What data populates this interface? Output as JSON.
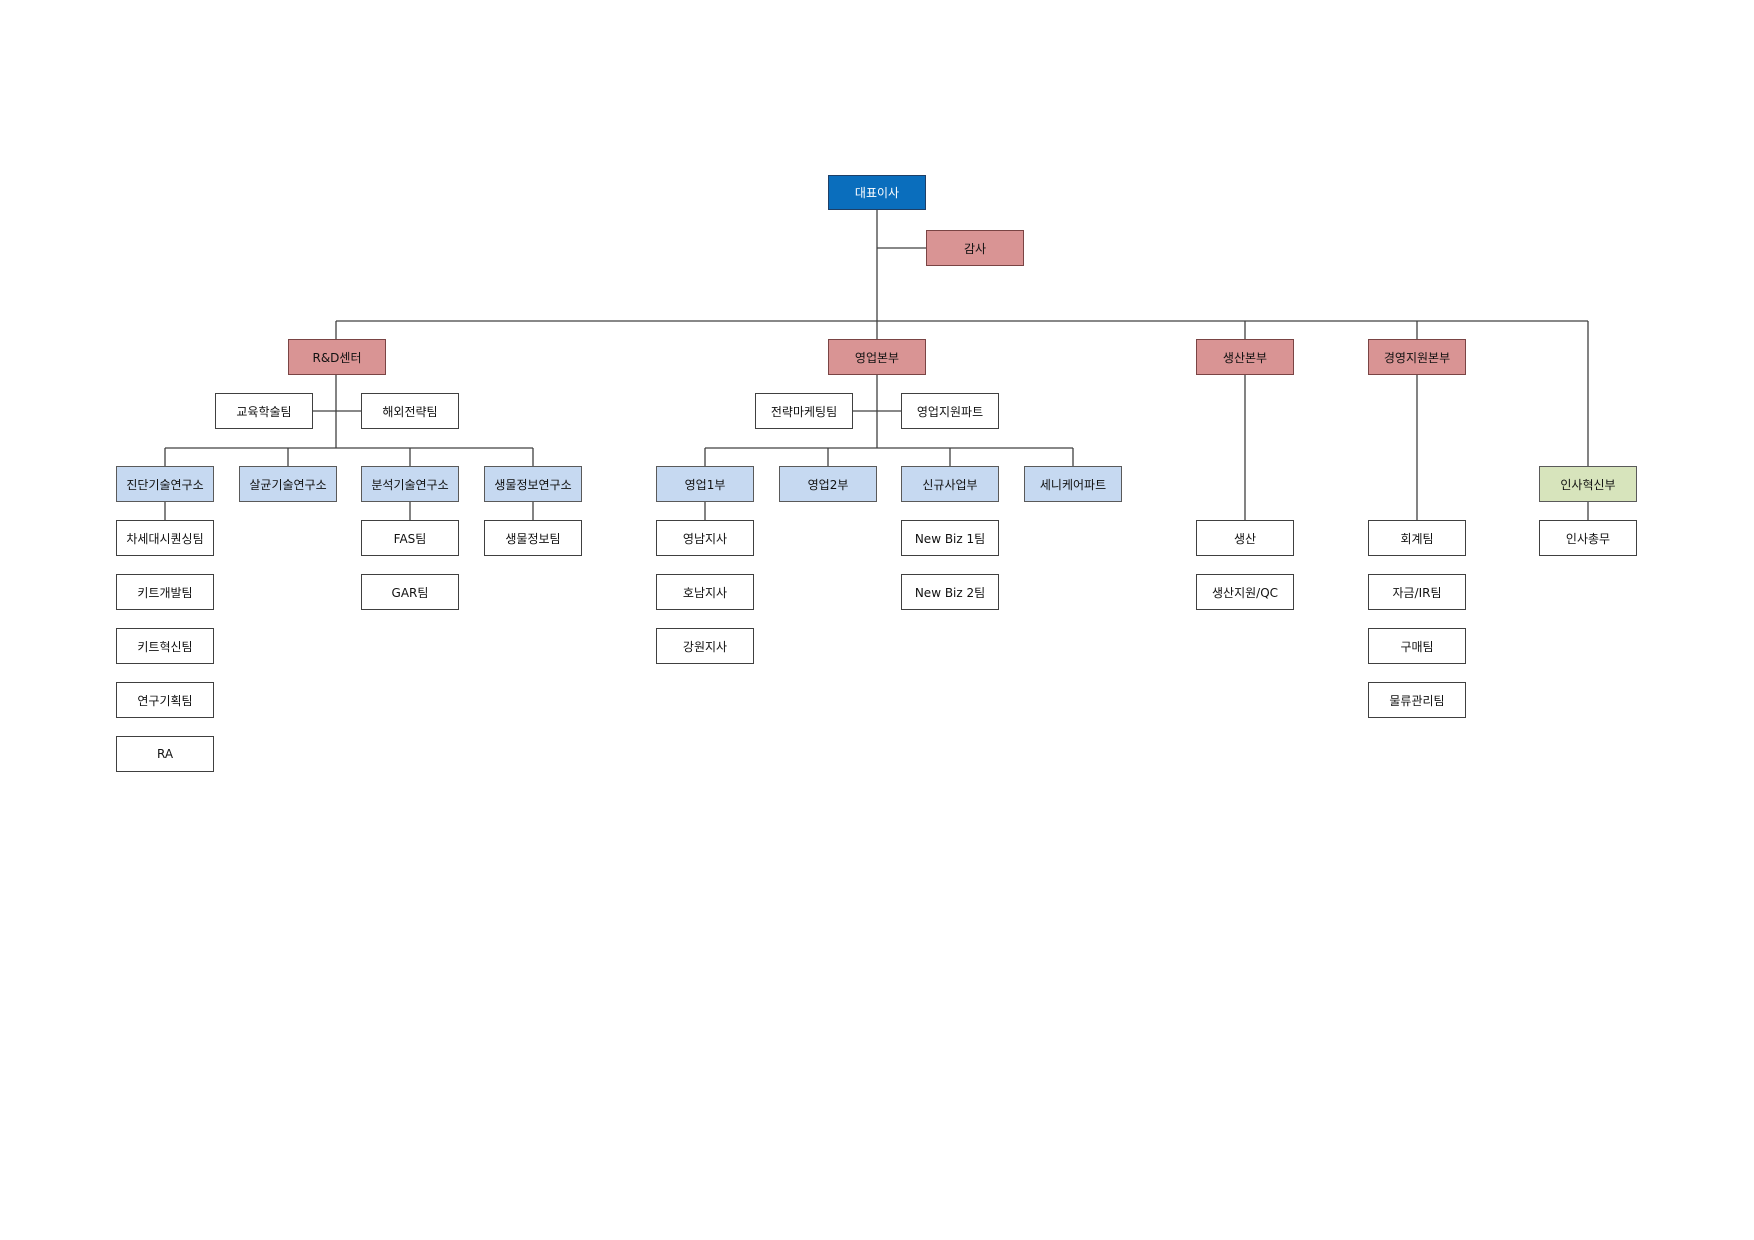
{
  "org": {
    "ceo": "대표이사",
    "audit": "감사",
    "rnd": {
      "name": "R&D센터",
      "staff": [
        "교육학술팀",
        "해외전략팀"
      ],
      "labs": [
        {
          "name": "진단기술연구소",
          "teams": [
            "차세대시퀀싱팀",
            "키트개발팀",
            "키트혁신팀",
            "연구기획팀",
            "RA"
          ]
        },
        {
          "name": "살균기술연구소",
          "teams": []
        },
        {
          "name": "분석기술연구소",
          "teams": [
            "FAS팀",
            "GAR팀"
          ]
        },
        {
          "name": "생물정보연구소",
          "teams": [
            "생물정보팀"
          ]
        }
      ]
    },
    "sales": {
      "name": "영업본부",
      "staff": [
        "전략마케팅팀",
        "영업지원파트"
      ],
      "units": [
        {
          "name": "영업1부",
          "teams": [
            "영남지사",
            "호남지사",
            "강원지사"
          ]
        },
        {
          "name": "영업2부",
          "teams": []
        },
        {
          "name": "신규사업부",
          "teams": [
            "New Biz 1팀",
            "New Biz 2팀"
          ]
        },
        {
          "name": "세니케어파트",
          "teams": []
        }
      ]
    },
    "production": {
      "name": "생산본부",
      "teams": [
        "생산",
        "생산지원/QC"
      ]
    },
    "management": {
      "name": "경영지원본부",
      "teams": [
        "회계팀",
        "자금/IR팀",
        "구매팀",
        "물류관리팀"
      ]
    },
    "hr": {
      "name": "인사혁신부",
      "teams": [
        "인사총무"
      ]
    }
  }
}
